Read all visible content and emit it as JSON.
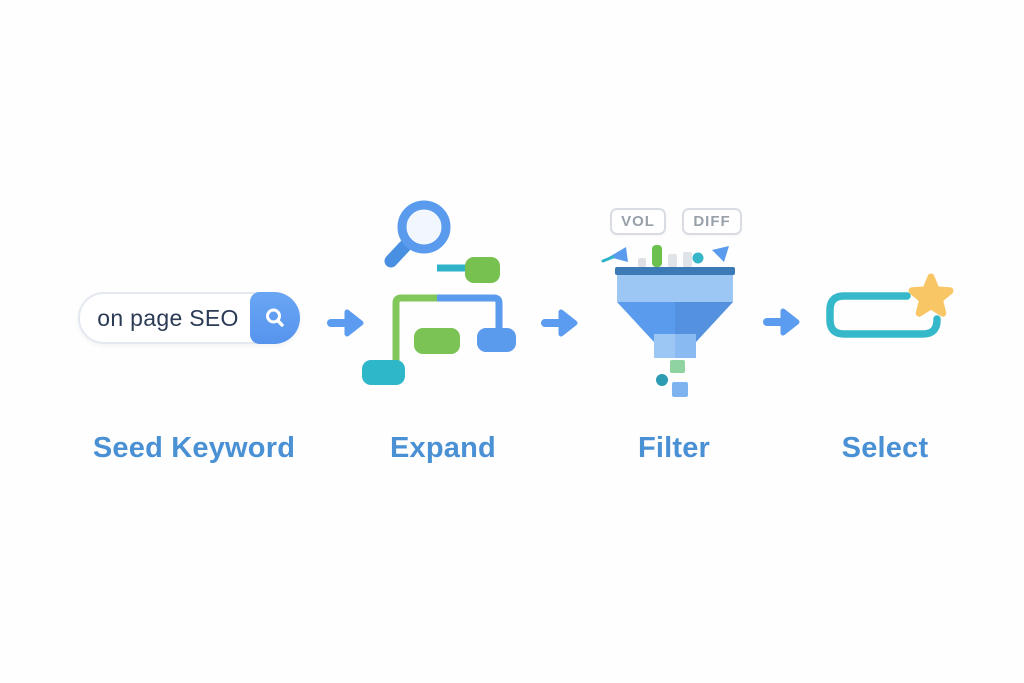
{
  "diagram": {
    "name": "keyword-research-process",
    "steps": [
      {
        "label": "Seed Keyword"
      },
      {
        "label": "Expand"
      },
      {
        "label": "Filter"
      },
      {
        "label": "Select"
      }
    ]
  },
  "search": {
    "query": "on page SEO",
    "icon": "magnifier"
  },
  "filter": {
    "tags": [
      "VOL",
      "DIFF"
    ]
  },
  "icons": {
    "arrow": "arrow-right",
    "expand": "mind-map-tree-with-magnifier",
    "filter": "funnel-with-particles",
    "select": "checkbox-outline-with-star"
  },
  "colors": {
    "primary_blue": "#5b9bed",
    "label_blue": "#4a90d4",
    "teal": "#35b8c9",
    "green": "#7cc355",
    "light_green_line": "#82c75a",
    "star_yellow": "#f8c664",
    "query_text": "#2b3a55",
    "tag_text": "#98a0aa",
    "funnel_rim": "#3c7ab6",
    "funnel_band": "#9cc6f3"
  }
}
